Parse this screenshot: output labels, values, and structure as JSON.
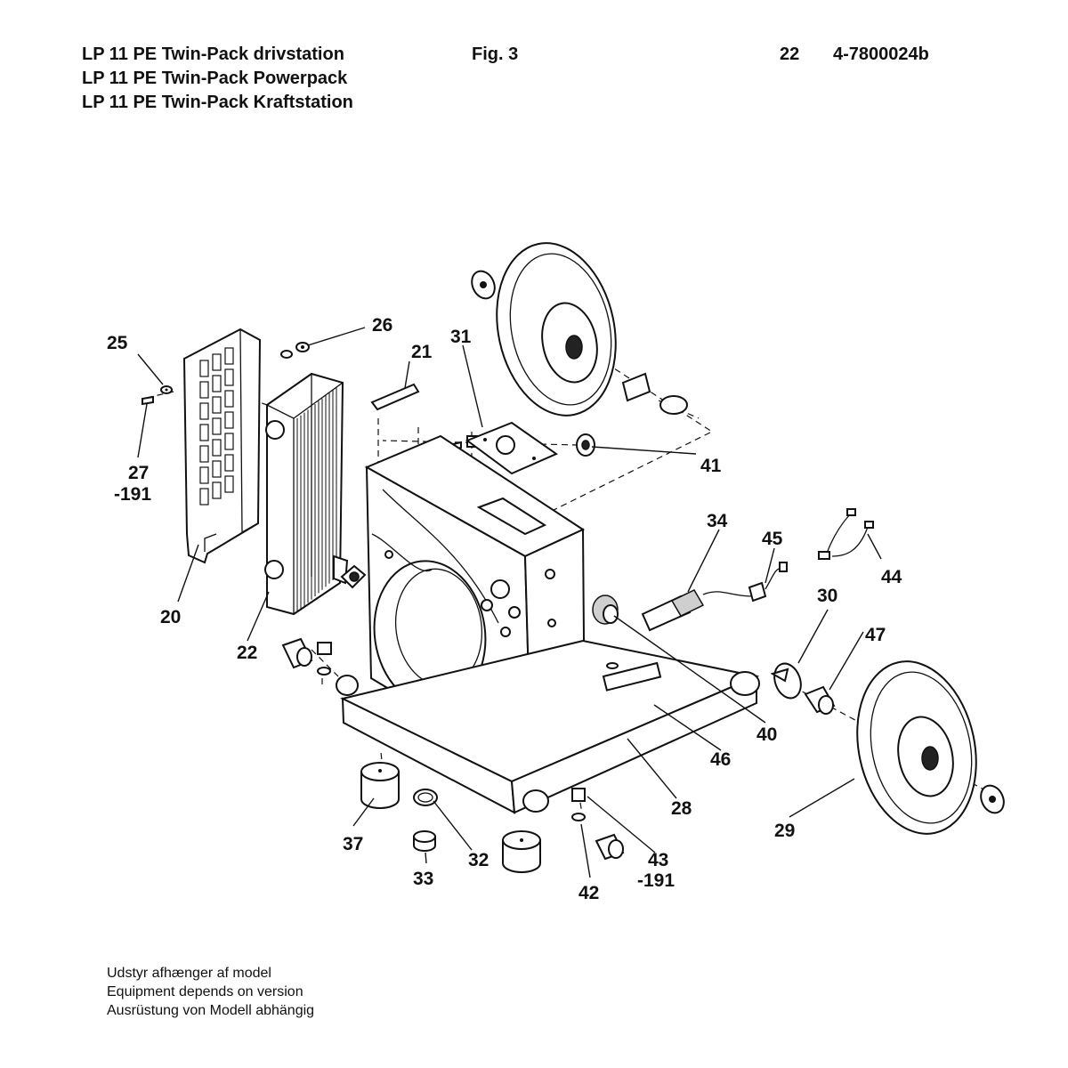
{
  "header": {
    "titles": [
      "LP 11 PE Twin-Pack drivstation",
      "LP 11 PE Twin-Pack Powerpack",
      "LP 11 PE Twin-Pack Kraftstation"
    ],
    "figure": "Fig. 3",
    "page_number": "22",
    "document_number": "4-7800024b"
  },
  "callouts": {
    "c20": "20",
    "c21": "21",
    "c22": "22",
    "c25": "25",
    "c26": "26",
    "c27a": "27",
    "c27b": "-191",
    "c28": "28",
    "c29": "29",
    "c30": "30",
    "c31": "31",
    "c32": "32",
    "c33": "33",
    "c34": "34",
    "c37": "37",
    "c40": "40",
    "c41": "41",
    "c42": "42",
    "c43a": "43",
    "c43b": "-191",
    "c44": "44",
    "c45": "45",
    "c46": "46",
    "c47": "47"
  },
  "footnote": [
    "Udstyr afhænger af model",
    "Equipment depends on version",
    "Ausrüstung von Modell abhängig"
  ]
}
